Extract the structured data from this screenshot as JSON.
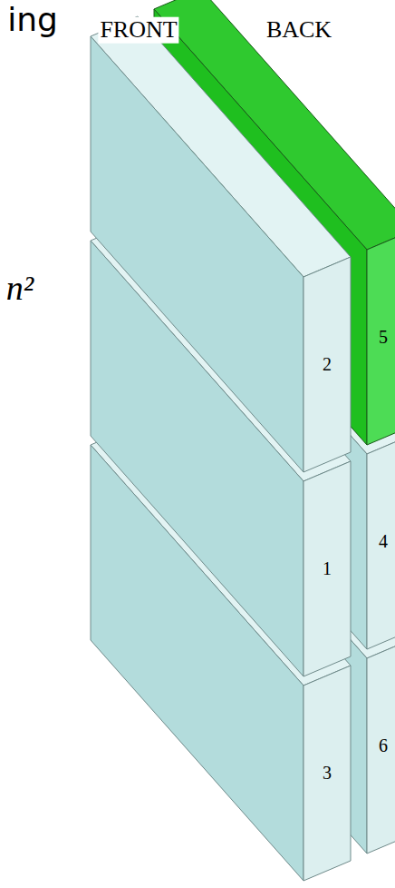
{
  "diagram": {
    "labels": [
      "ing",
      "FRONT",
      "BACK",
      "n²",
      "2",
      "5",
      "1",
      "4",
      "3",
      "6"
    ]
  }
}
